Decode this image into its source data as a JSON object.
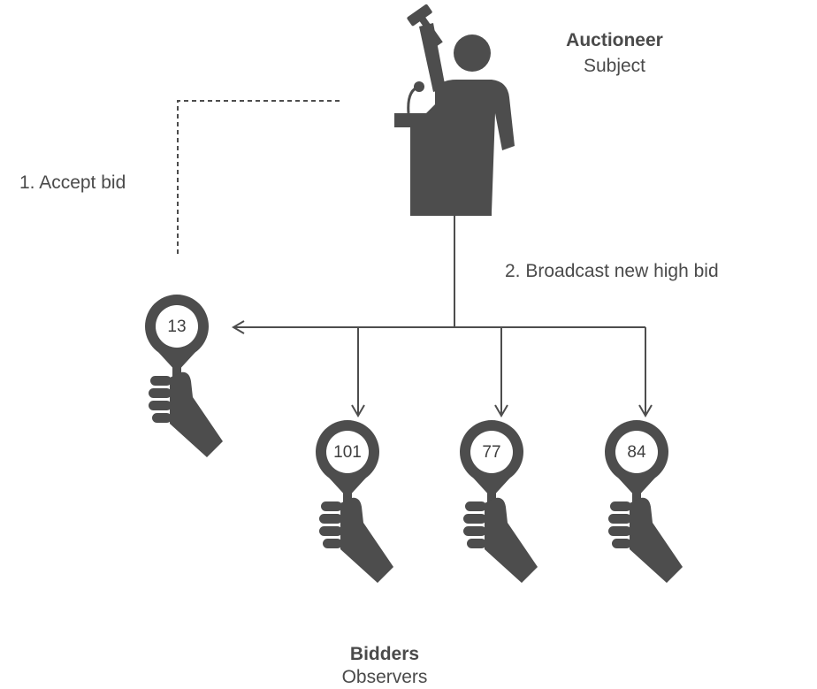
{
  "auctioneer": {
    "title": "Auctioneer",
    "subtitle": "Subject"
  },
  "bidders": {
    "title": "Bidders",
    "subtitle": "Observers"
  },
  "steps": {
    "accept": "1. Accept bid",
    "broadcast": "2. Broadcast new high bid"
  },
  "paddles": [
    {
      "number": "13"
    },
    {
      "number": "101"
    },
    {
      "number": "77"
    },
    {
      "number": "84"
    }
  ],
  "colors": {
    "icon": "#4d4d4d",
    "line": "#4d4d4d",
    "text": "#4a4a4a"
  }
}
